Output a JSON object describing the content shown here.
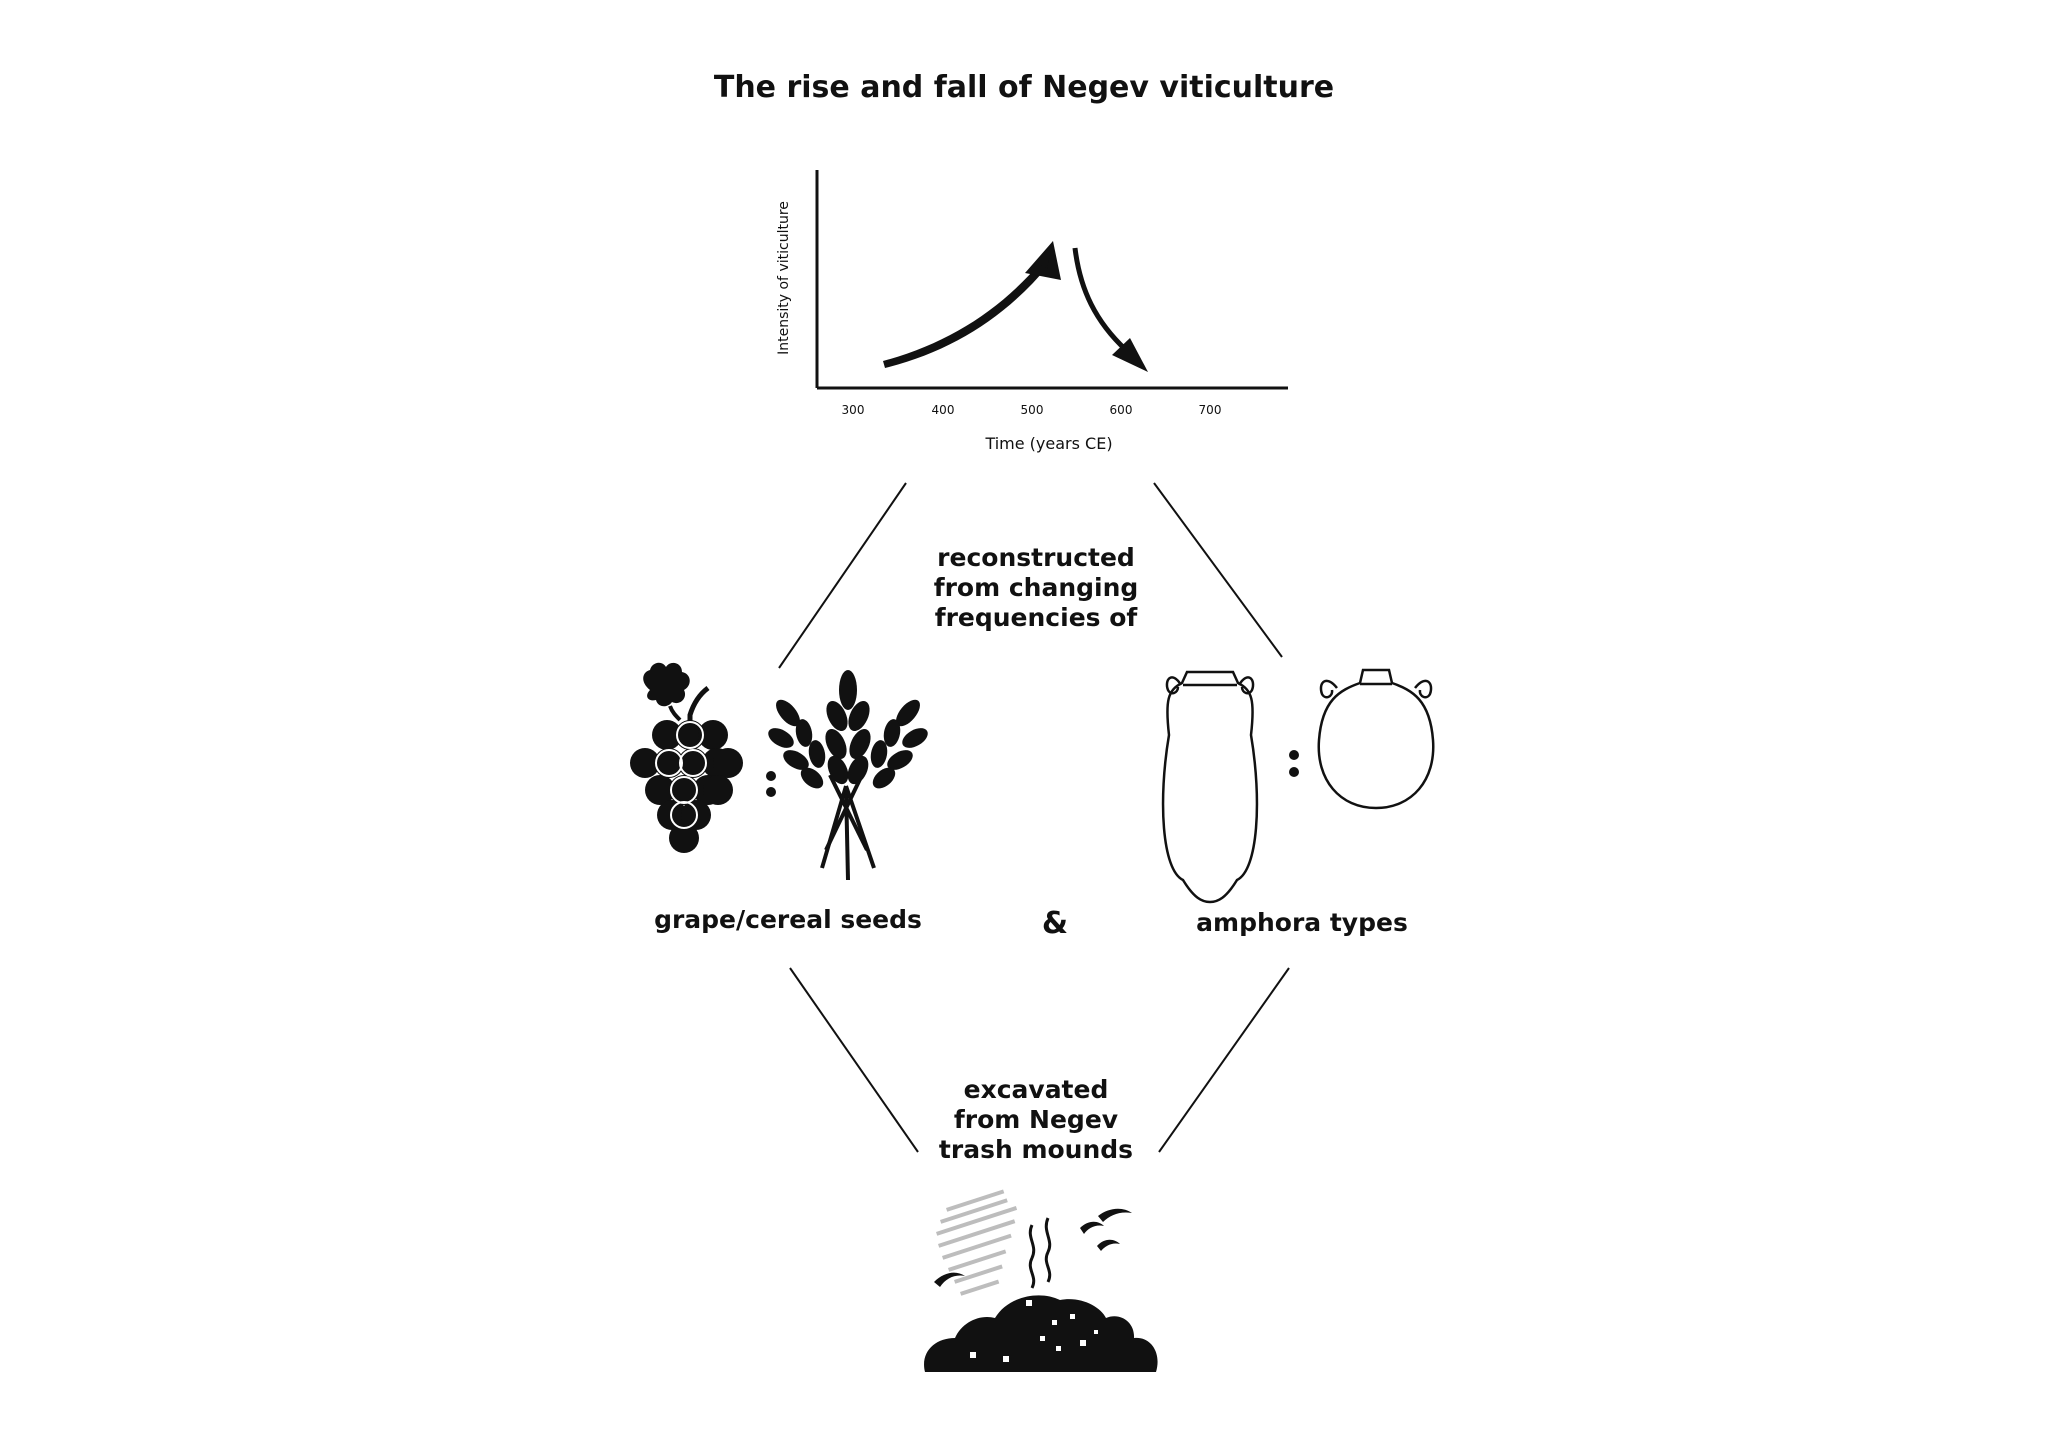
{
  "title": "The rise and fall of Negev viticulture",
  "chart": {
    "ylabel": "Intensity of viticulture",
    "xlabel": "Time (years CE)",
    "ticks": [
      "300",
      "400",
      "500",
      "600",
      "700"
    ]
  },
  "reconstructed_text": [
    "reconstructed",
    "from changing",
    "frequencies of"
  ],
  "grape_label": "grape/cereal seeds",
  "ampersand": "&",
  "amphora_label": "amphora types",
  "excavated_text": [
    "excavated",
    "from Negev",
    "trash mounds"
  ],
  "colors": {
    "ink": "#111111",
    "background": "#ffffff",
    "lettering": "#bdbdbd"
  },
  "icons": [
    "upward-arrow-icon",
    "downward-arrow-icon",
    "grape-cluster-icon",
    "wheat-sheaf-icon",
    "ratio-colon-icon",
    "slender-amphora-icon",
    "globular-amphora-icon",
    "trash-mound-icon",
    "bird-icon",
    "stench-wave-icon"
  ]
}
